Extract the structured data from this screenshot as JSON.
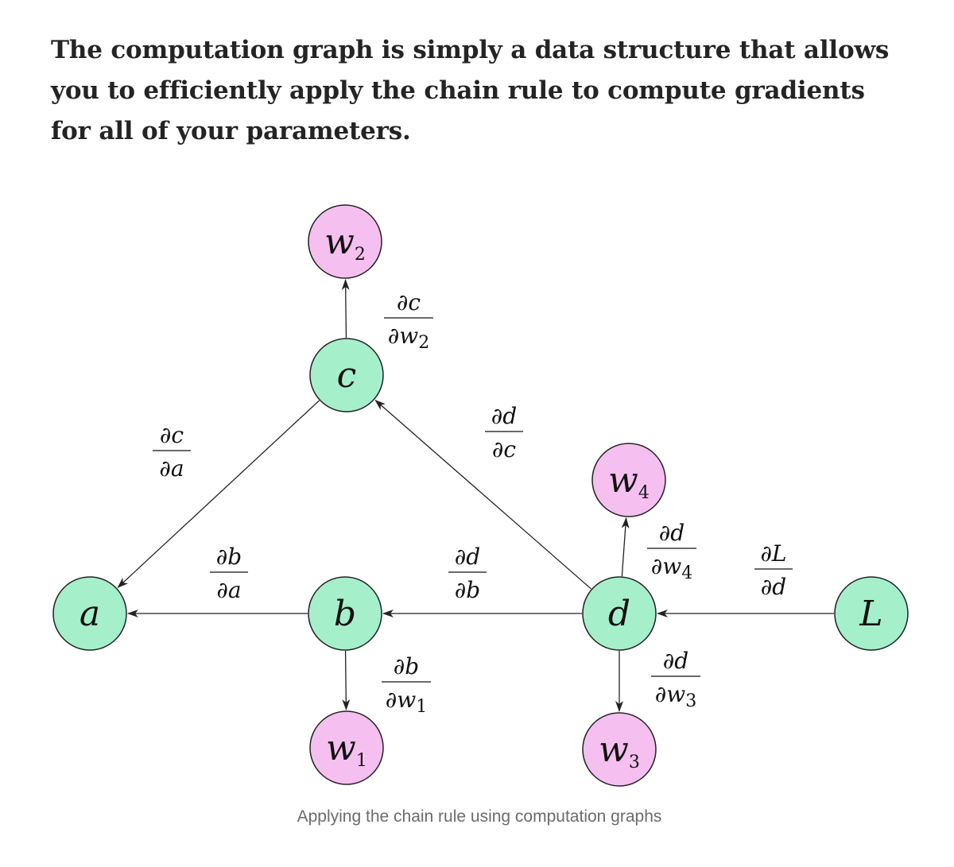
{
  "intro_text": "The computation graph is simply a data structure that allows you to efficiently apply the chain rule to compute gradients for all of your parameters.",
  "caption": "Applying the chain rule using computation graphs",
  "colors": {
    "variable_node": "#a6efcb",
    "weight_node": "#f5bff0",
    "node_stroke": "#222222",
    "edge": "#222222"
  },
  "nodes": {
    "a": {
      "base": "a",
      "sub": ""
    },
    "b": {
      "base": "b",
      "sub": ""
    },
    "c": {
      "base": "c",
      "sub": ""
    },
    "d": {
      "base": "d",
      "sub": ""
    },
    "L": {
      "base": "L",
      "sub": ""
    },
    "w1": {
      "base": "w",
      "sub": "1"
    },
    "w2": {
      "base": "w",
      "sub": "2"
    },
    "w3": {
      "base": "w",
      "sub": "3"
    },
    "w4": {
      "base": "w",
      "sub": "4"
    }
  },
  "edges": [
    {
      "from": "c",
      "to": "a"
    },
    {
      "from": "b",
      "to": "a"
    },
    {
      "from": "c",
      "to": "w2"
    },
    {
      "from": "b",
      "to": "w1"
    },
    {
      "from": "d",
      "to": "c"
    },
    {
      "from": "d",
      "to": "b"
    },
    {
      "from": "d",
      "to": "w4"
    },
    {
      "from": "d",
      "to": "w3"
    },
    {
      "from": "L",
      "to": "d"
    }
  ],
  "gradients": {
    "dc_da": {
      "num": "∂c",
      "num_sub": "",
      "den": "∂a",
      "den_sub": ""
    },
    "db_da": {
      "num": "∂b",
      "num_sub": "",
      "den": "∂a",
      "den_sub": ""
    },
    "dc_dw2": {
      "num": "∂c",
      "num_sub": "",
      "den": "∂w",
      "den_sub": "2"
    },
    "db_dw1": {
      "num": "∂b",
      "num_sub": "",
      "den": "∂w",
      "den_sub": "1"
    },
    "dd_dc": {
      "num": "∂d",
      "num_sub": "",
      "den": "∂c",
      "den_sub": ""
    },
    "dd_db": {
      "num": "∂d",
      "num_sub": "",
      "den": "∂b",
      "den_sub": ""
    },
    "dd_dw4": {
      "num": "∂d",
      "num_sub": "",
      "den": "∂w",
      "den_sub": "4"
    },
    "dd_dw3": {
      "num": "∂d",
      "num_sub": "",
      "den": "∂w",
      "den_sub": "3"
    },
    "dL_dd": {
      "num": "∂L",
      "num_sub": "",
      "den": "∂d",
      "den_sub": ""
    }
  }
}
